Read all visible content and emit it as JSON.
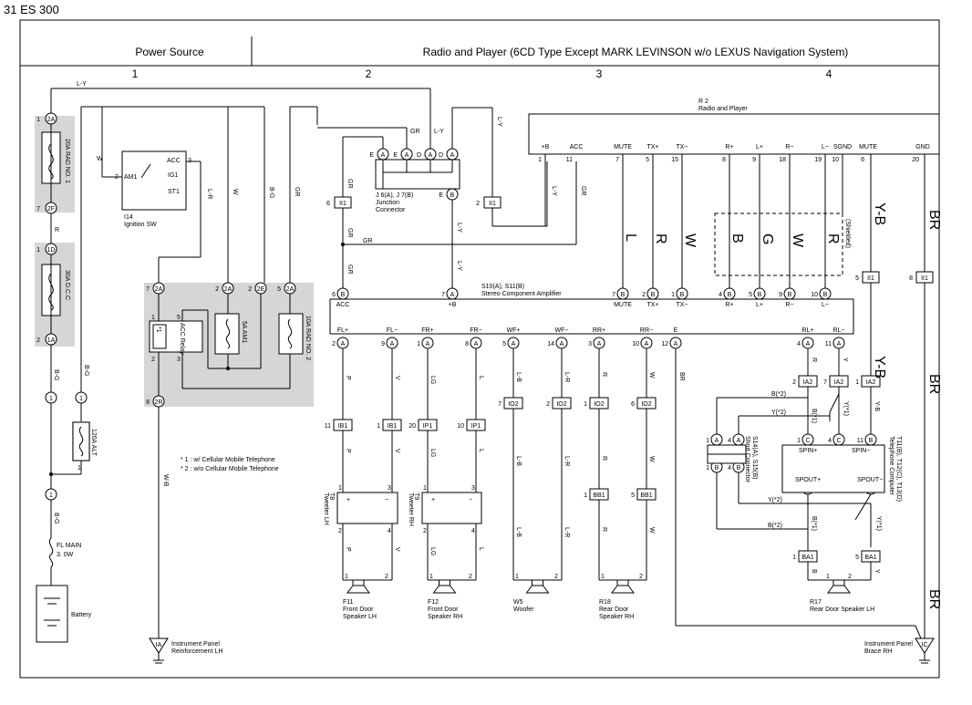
{
  "page": {
    "number": "31",
    "model": "ES 300"
  },
  "header": {
    "left_title": "Power Source",
    "right_title": "Radio and Player (6CD Type Except MARK LEVINSON w/o LEXUS Navigation System)",
    "columns": [
      "1",
      "2",
      "3",
      "4"
    ]
  },
  "components": {
    "r2": {
      "id": "R 2",
      "name": "Radio and Player",
      "pins": [
        {
          "label": "+B",
          "num": "1"
        },
        {
          "label": "ACC",
          "num": "11"
        },
        {
          "label": "MUTE",
          "num": "7"
        },
        {
          "label": "TX+",
          "num": "5"
        },
        {
          "label": "TX−",
          "num": "15"
        },
        {
          "label": "R+",
          "num": "8"
        },
        {
          "label": "L+",
          "num": "9"
        },
        {
          "label": "R−",
          "num": "18"
        },
        {
          "label": "L−",
          "num": "19"
        },
        {
          "label": "SGND",
          "num": "10"
        },
        {
          "label": "MUTE",
          "num": "6"
        },
        {
          "label": "GND",
          "num": "20"
        }
      ]
    },
    "amp": {
      "id": "S10(A), S11(B)",
      "name": "Stereo Component Amplifier",
      "top_pins": [
        {
          "label": "ACC",
          "conn": "6",
          "pin": "B"
        },
        {
          "label": "+B",
          "conn": "7",
          "pin": "A"
        },
        {
          "label": "MUTE",
          "conn": "7",
          "pin": "B"
        },
        {
          "label": "TX+",
          "conn": "2",
          "pin": "B"
        },
        {
          "label": "TX−",
          "conn": "1",
          "pin": "B"
        },
        {
          "label": "R+",
          "conn": "4",
          "pin": "B"
        },
        {
          "label": "L+",
          "conn": "5",
          "pin": "B"
        },
        {
          "label": "R−",
          "conn": "9",
          "pin": "B"
        },
        {
          "label": "L−",
          "conn": "10",
          "pin": "B"
        }
      ],
      "bottom_pins": [
        {
          "label": "FL+",
          "conn": "2",
          "pin": "A"
        },
        {
          "label": "FL−",
          "conn": "9",
          "pin": "A"
        },
        {
          "label": "FR+",
          "conn": "1",
          "pin": "A"
        },
        {
          "label": "FR−",
          "conn": "8",
          "pin": "A"
        },
        {
          "label": "WF+",
          "conn": "5",
          "pin": "A"
        },
        {
          "label": "WF−",
          "conn": "14",
          "pin": "A"
        },
        {
          "label": "RR+",
          "conn": "3",
          "pin": "A"
        },
        {
          "label": "RR−",
          "conn": "10",
          "pin": "A"
        },
        {
          "label": "E",
          "conn": "12",
          "pin": "A"
        },
        {
          "label": "RL+",
          "conn": "4",
          "pin": "A"
        },
        {
          "label": "RL−",
          "conn": "11",
          "pin": "A"
        }
      ]
    },
    "ign": {
      "id": "I14",
      "name": "Ignition SW",
      "pins": [
        "AM1",
        "ACC",
        "IG1",
        "ST1"
      ],
      "pin_nums": [
        "2",
        "3"
      ]
    },
    "jconn": {
      "id": "J 6(A), J 7(B)",
      "name": "Junction Connector"
    },
    "fuses": {
      "rad1": "20A RAD NO. 1",
      "adcc": "30A D.C.C",
      "alt": "120A ALT",
      "am1": "5A AM1",
      "rad2": "10A RAD NO. 2",
      "fl_main": "FL MAIN",
      "fl_main_size": "3. 0W",
      "acc_relay": "ACC Relay",
      "battery": "Battery"
    },
    "short_conn": {
      "id": "S14(A), S15(B)",
      "name": "Short Connector"
    },
    "tel": {
      "id": "T11(B), T12(C), T13(D)",
      "name": "Telephone Computer",
      "pins": [
        "SPIN+",
        "SPIN−",
        "SPOUT+",
        "SPOUT−"
      ]
    },
    "shielded": "(Shielded)",
    "notes": [
      "* 1 : w/ Cellular Mobile Telephone",
      "* 2 : w/o Cellular Mobile Telephone"
    ],
    "tweeters": [
      {
        "id": "T8",
        "name": "Tweeter LH"
      },
      {
        "id": "T9",
        "name": "Tweeter RH"
      }
    ],
    "speakers": [
      {
        "id": "F11",
        "name1": "Front Door",
        "name2": "Speaker LH"
      },
      {
        "id": "F12",
        "name1": "Front Door",
        "name2": "Speaker RH"
      },
      {
        "id": "W5",
        "name1": "Woofer",
        "name2": ""
      },
      {
        "id": "R18",
        "name1": "Rear Door",
        "name2": "Speaker RH"
      },
      {
        "id": "R17",
        "name1": "Rear Door Speaker LH",
        "name2": ""
      }
    ],
    "grounds": [
      {
        "id": "IA",
        "name1": "Instrument Panel",
        "name2": "Reinforcement LH"
      },
      {
        "id": "IC",
        "name1": "Instrument Panel",
        "name2": "Brace RH"
      }
    ]
  },
  "wire_colors": [
    "L-Y",
    "W",
    "B-G",
    "GR",
    "L-R",
    "R",
    "L",
    "LG",
    "P",
    "V",
    "L-B",
    "Y",
    "BR",
    "Y-B",
    "W-B",
    "B",
    "G",
    "Y(*1)",
    "Y(*2)",
    "B(*1)",
    "B(*2)"
  ]
}
